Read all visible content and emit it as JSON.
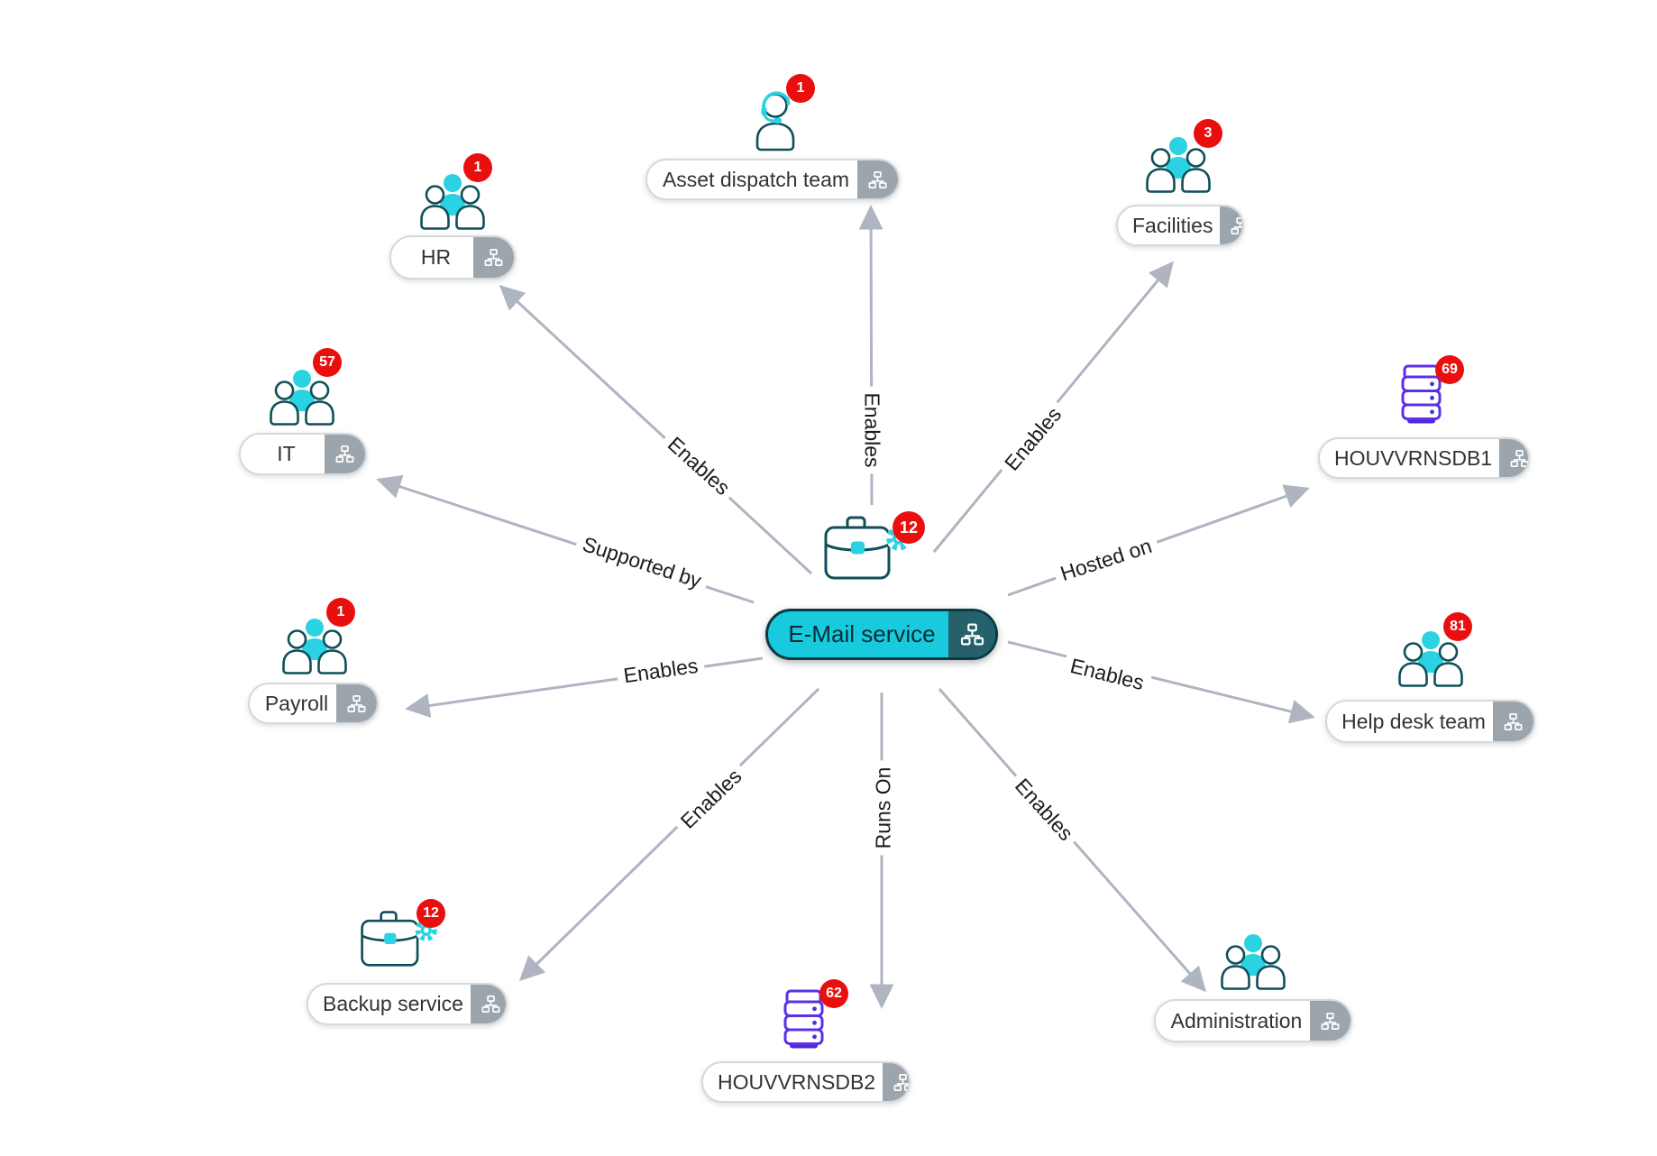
{
  "diagram": {
    "center": {
      "label": "E-Mail service",
      "badge": "12",
      "icon": "service-icon"
    },
    "nodes": [
      {
        "label": "HR",
        "badge": "1",
        "icon": "team-icon"
      },
      {
        "label": "Asset dispatch team",
        "badge": "1",
        "icon": "headset-agent-icon"
      },
      {
        "label": "Facilities",
        "badge": "3",
        "icon": "team-icon"
      },
      {
        "label": "HOUVVRNSDB1",
        "badge": "69",
        "icon": "server-icon"
      },
      {
        "label": "Help desk team",
        "badge": "81",
        "icon": "team-icon"
      },
      {
        "label": "Administration",
        "badge": "",
        "icon": "team-icon"
      },
      {
        "label": "HOUVVRNSDB2",
        "badge": "62",
        "icon": "server-icon"
      },
      {
        "label": "Backup service",
        "badge": "12",
        "icon": "service-icon"
      },
      {
        "label": "Payroll",
        "badge": "1",
        "icon": "team-icon"
      },
      {
        "label": "IT",
        "badge": "57",
        "icon": "team-icon"
      }
    ],
    "edge_labels": {
      "hr": "Enables",
      "asset_dispatch": "Enables",
      "facilities": "Enables",
      "houvvrnsdb1": "Hosted on",
      "help_desk": "Enables",
      "administration": "Enables",
      "houvvrnsdb2": "Runs On",
      "backup": "Enables",
      "payroll": "Enables",
      "it": "Supported by"
    },
    "expand_icon": "sitemap-icon"
  },
  "colors": {
    "accent_cyan": "#17cadd",
    "icon_cyan": "#2ad2e2",
    "teal_dark_stroke": "#0f4f5a",
    "center_square": "#25606b",
    "satellite_square_gray": "#9ca5ab",
    "badge_red": "#ea0f0f",
    "server_purple": "#5b30e8",
    "edge_gray": "#aeb5c1",
    "background": "#ffffff"
  }
}
